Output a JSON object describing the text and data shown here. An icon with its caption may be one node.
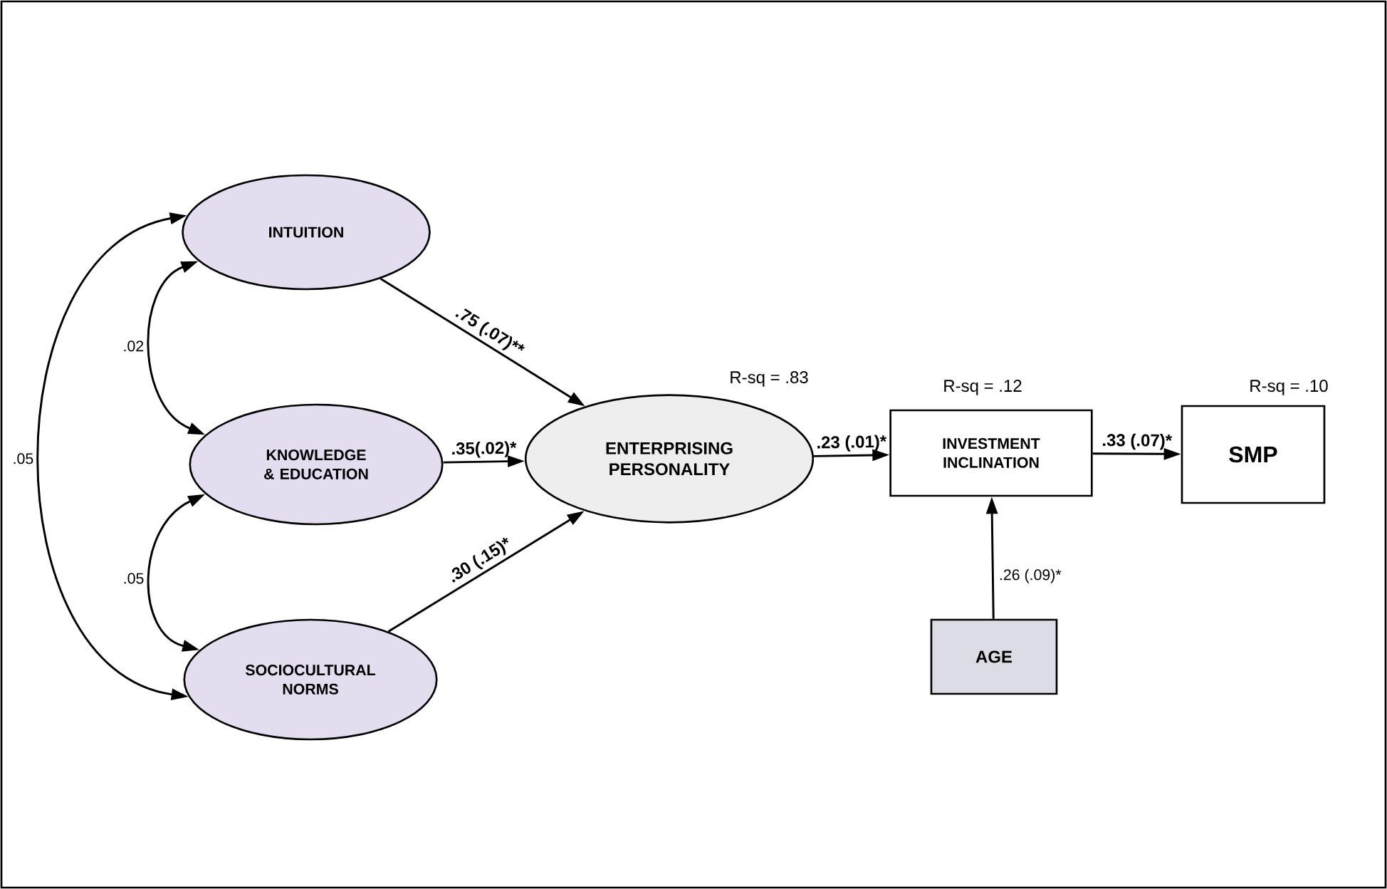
{
  "diagram": {
    "nodes": [
      {
        "text": [
          "INTUITION"
        ]
      },
      {
        "text": [
          "KNOWLEDGE & EDUCATION"
        ]
      },
      {
        "text": [
          "SOCIOCULTURAL NORMS"
        ]
      },
      {
        "text": [
          "ENTERPRISING PERSONALITY"
        ],
        "beside": [
          "R-sq = .83"
        ]
      },
      {
        "text": [
          "INVESTMENT INCLINATION"
        ],
        "beside": [
          "R-sq = .12"
        ]
      },
      {
        "text": [
          "SMP"
        ],
        "beside": [
          "R-sq = .10"
        ]
      },
      {
        "text": [
          "AGE"
        ]
      }
    ],
    "edges": [
      {
        "from": 0,
        "to": 1,
        "arrow": "both",
        "label": ".02"
      },
      {
        "from": 1,
        "to": 2,
        "arrow": "both",
        "label": ".05"
      },
      {
        "from": 0,
        "to": 2,
        "arrow": "both",
        "label": ".05"
      },
      {
        "from": 0,
        "to": 3,
        "arrow": "to",
        "label": ".75 (.07)**"
      },
      {
        "from": 1,
        "to": 3,
        "arrow": "to",
        "label": ".35(.02)*"
      },
      {
        "from": 2,
        "to": 3,
        "arrow": "to",
        "label": ".30 (.15)*"
      },
      {
        "from": 3,
        "to": 4,
        "arrow": "to",
        "label": ".23 (.01)*"
      },
      {
        "from": 4,
        "to": 5,
        "arrow": "to",
        "label": ".33 (.07)*"
      },
      {
        "from": 6,
        "to": 4,
        "arrow": "to",
        "label": ".26 (.09)*"
      }
    ]
  }
}
